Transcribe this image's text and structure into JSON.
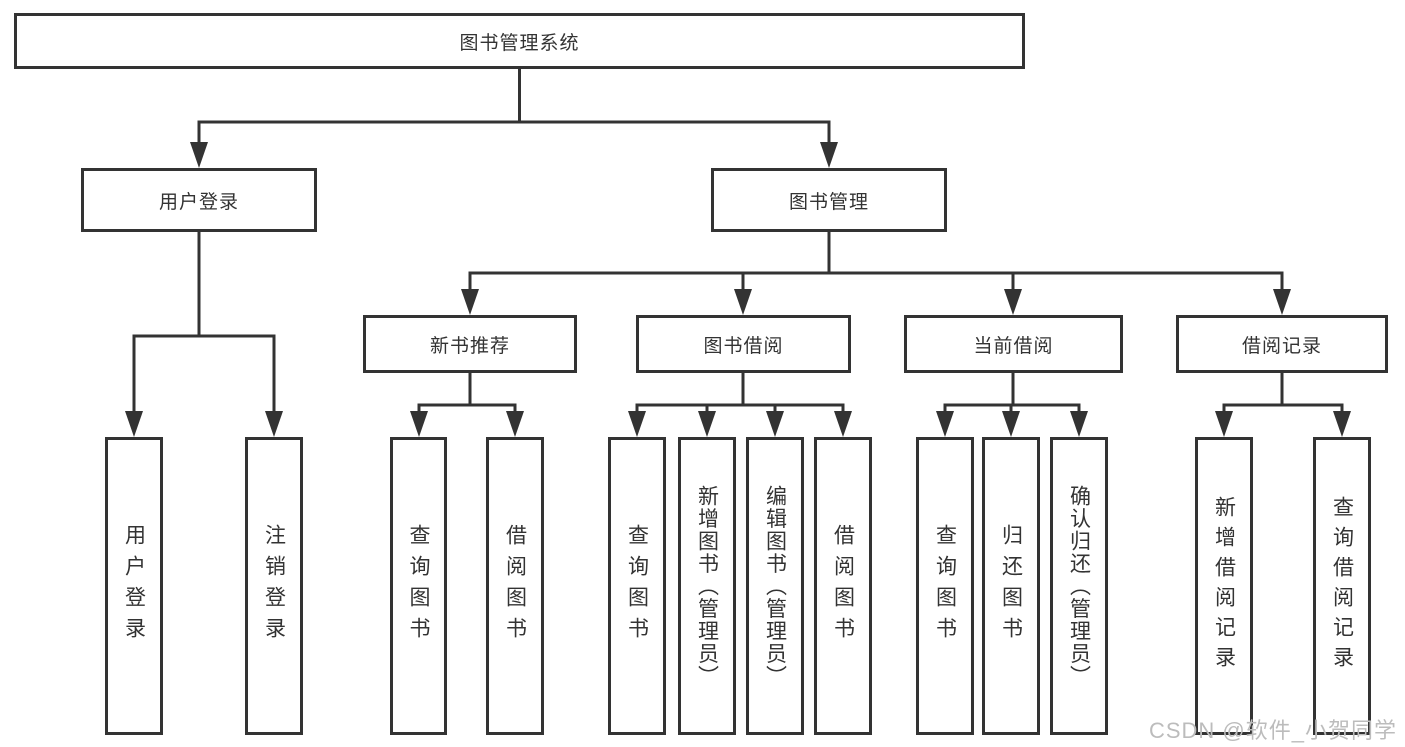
{
  "nodes": {
    "root": {
      "label": "图书管理系统"
    },
    "login": {
      "label": "用户登录",
      "leaves": [
        "用户登录",
        "注销登录"
      ]
    },
    "mgmt": {
      "label": "图书管理"
    },
    "newbook": {
      "label": "新书推荐",
      "leaves": [
        "查询图书",
        "借阅图书"
      ]
    },
    "borrow": {
      "label": "图书借阅",
      "leaves": [
        "查询图书",
        "新增图书（管理员）",
        "编辑图书（管理员）",
        "借阅图书"
      ]
    },
    "current": {
      "label": "当前借阅",
      "leaves": [
        "查询图书",
        "归还图书",
        "确认归还（管理员）"
      ]
    },
    "records": {
      "label": "借阅记录",
      "leaves": [
        "新增借阅记录",
        "查询借阅记录"
      ]
    }
  },
  "watermark": "CSDN @软件_小贺同学",
  "colors": {
    "line": "#333333",
    "text": "#333333",
    "box_background": "#ffffff",
    "watermark": "#bcbcbc"
  }
}
